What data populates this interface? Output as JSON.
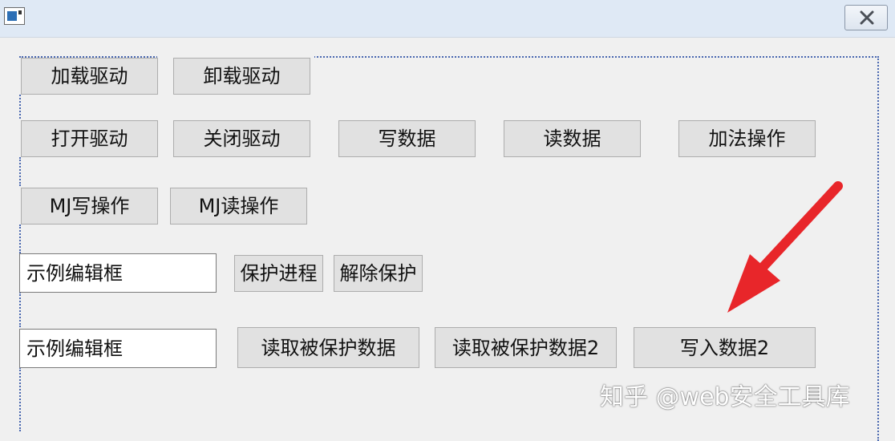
{
  "window": {
    "icon": "app-icon",
    "close_icon": "close-icon"
  },
  "buttons": {
    "load_driver": "加载驱动",
    "unload_driver": "卸载驱动",
    "open_driver": "打开驱动",
    "close_driver": "关闭驱动",
    "write_data": "写数据",
    "read_data": "读数据",
    "add_operation": "加法操作",
    "mj_write": "MJ写操作",
    "mj_read": "MJ读操作",
    "protect_process": "保护进程",
    "remove_protection": "解除保护",
    "read_protected": "读取被保护数据",
    "read_protected_2": "读取被保护数据2",
    "write_data_2": "写入数据2"
  },
  "edits": {
    "edit1_value": "示例编辑框",
    "edit2_value": "示例编辑框"
  },
  "annotation": {
    "arrow_color": "#e8262a"
  },
  "watermark": {
    "text": "知乎 @web安全工具库"
  }
}
